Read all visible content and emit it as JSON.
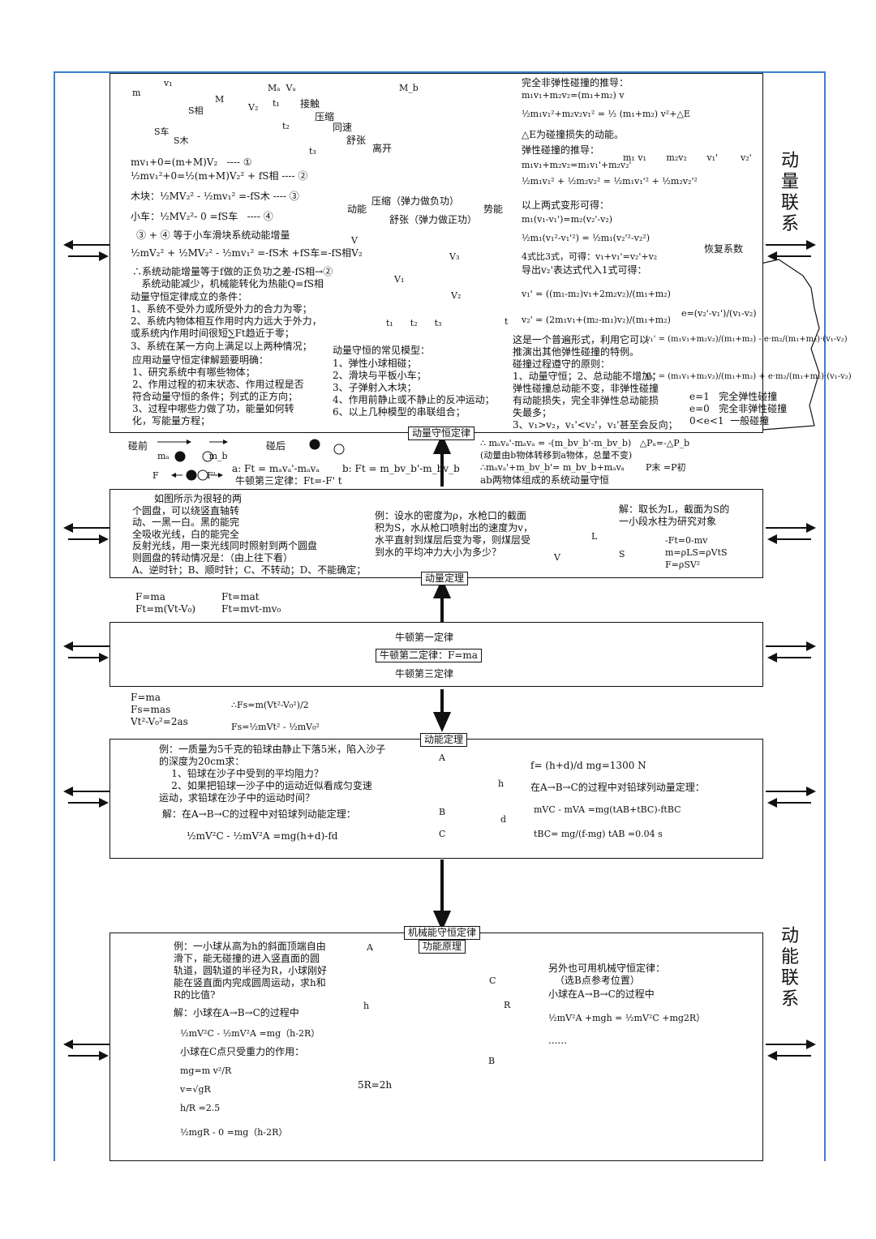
{
  "side_titles": {
    "momentum": "动量联系",
    "kinetic": "动能联系"
  },
  "tags": {
    "momentum_conservation": "动量守恒定律",
    "momentum_theorem": "动量定理",
    "newton_second": "牛顿第二定律：F=ma",
    "kinetic_theorem": "动能定理",
    "mech_energy": "机械能守恒定律",
    "work_energy": "功能原理"
  },
  "top": {
    "car_eq": [
      "mv₁+0=(m+M)V₂   ---- ①",
      "½mv₁²+0=½(m+M)V₂² + fS相 ---- ②",
      "木块：½MV₂² - ½mv₁² =-fS木 ---- ③",
      "小车：½MV₂²- 0 =fS车   ---- ④"
    ],
    "sum_note": "③ + ④ 等于小车滑块系统动能增量",
    "sum_eq": "½mV₂² + ½MV₂² - ½mv₁² =-fS木 +fS车=-fS相V₂",
    "loss_1": "∴系统动能增量等于f做的正负功之差-fS相→②",
    "loss_2": "   系统动能减少，机械能转化为热能Q=fS相",
    "cond_title": "动量守恒定律成立的条件：",
    "cond": [
      "1、系统不受外力或所受外力的合力为零；",
      "2、系统内物体相互作用时内力远大于外力，",
      "或系统内作用时间很短∑Ft趋近于零；",
      "3、系统在某一方向上满足以上两种情况；"
    ],
    "apply_title": "应用动量守恒定律解题要明确：",
    "apply": [
      "1、研究系统中有哪些物体；",
      "2、作用过程的初末状态、作用过程是否",
      "符合动量守恒的条件；列式的正方向；",
      "3、过程中哪些力做了功，能量如何转",
      "化，写能量方程；"
    ],
    "models_title": "动量守恒的常见模型：",
    "models": [
      "1、弹性小球相碰；",
      "2、滑块与平板小车；",
      "3、子弹射入木块；",
      "4、作用前静止或不静止的反冲运动；",
      "6、以上几种模型的串联组合；"
    ],
    "spring_steps": [
      "接触",
      "压缩",
      "同速",
      "舒张",
      "离开"
    ],
    "energy_left": "动能",
    "energy_right": "势能",
    "energy_top": "压缩（弹力做负功）",
    "energy_bottom": "舒张（弹力做正功）",
    "inelastic_title": "完全非弹性碰撞的推导：",
    "inelastic_eq1": "m₁v₁+m₂v₂=(m₁+m₂) v",
    "inelastic_eq2": "½m₁v₁²+m₂v₂v₁² = ½ (m₁+m₂) v²+△E",
    "inelastic_note": "△E为碰撞损失的动能。",
    "elastic_title": "弹性碰撞的推导：",
    "elastic_eq1": "m₁v₁+m₂v₂=m₁v₁'+m₂v₂'",
    "elastic_eq2": "½m₁v₁² + ½m₂v₂² = ½m₁v₁'² + ½m₂v₂'²",
    "elastic_deform": "以上两式变形可得：",
    "elastic_eq3": "m₁(v₁-v₁')=m₂(v₂'-v₂)",
    "elastic_eq4": "½m₁(v₁²-v₁'²) = ½m₁(v₂'²-v₂²)",
    "elastic_ratio": "4式比3式，可得：v₁+v₁'=v₂'+v₂",
    "elastic_sub": "导出v₂'表达式代入1式可得：",
    "v1p": "v₁' = ((m₁-m₂)v₁+2m₂v₂)/(m₁+m₂)",
    "v2p": "v₂' = (2m₁v₁+(m₂-m₁)v₂)/(m₁+m₂)",
    "restitution_label": "恢复系数",
    "e_def": "e=(v₂'-v₁')/(v₁-v₂)",
    "general_1": "这是一个普遍形式，利用它可以",
    "general_2": "推演出其他弹性碰撞的特例。",
    "principle_title": "碰撞过程遵守的原则：",
    "principles": [
      "1、动量守恒；2、总动能不增加；",
      "弹性碰撞总动能不变，非弹性碰撞",
      "有动能损失，完全非弹性总动能损",
      "失最多；",
      "3、v₁>v₂，v₁'<v₂'，v₁'甚至会反向；"
    ],
    "v1p_e_1": "v₁' = (m₁v₁+m₂v₂)/(m₁+m₂) - e·m₂/(m₁+m₂)·(v₁-v₂)",
    "v1p_e_2": "v₁' = (m₁v₁+m₂v₂)/(m₁+m₂) + e·m₂/(m₁+m₂)·(v₁-v₂)",
    "e_cases": [
      "e=1   完全弹性碰撞",
      "e=0   完全非弹性碰撞",
      "0<e<1  一般碰撞"
    ]
  },
  "collision": {
    "before": "碰前",
    "after": "碰后",
    "a_eq": "a: Ft = mₐvₐ'-mₐvₐ",
    "b_eq": "b: Ft = m_bv_b'-m_bv_b",
    "third_law": "牛顿第三定律：Ft=-F' t",
    "transfer_eq": "∴ mₐvₐ'-mₐvₐ = -(m_bv_b'-m_bv_b)   △Pₐ=-△P_b",
    "transfer_note": "(动量由b物体转移到a物体，总量不变)",
    "sum_eq": "∴mₐvₐ'+m_bv_b'= m_bv_b+mₐvₐ",
    "p_eq": "P末 =P初",
    "system_note": "ab两物体组成的系统动量守恒"
  },
  "theorem": {
    "disk": [
      "如图所示为很轻的两",
      "个圆盘，可以绕竖直轴转",
      "动、一黑一白。黑的能完",
      "全吸收光线，白的能完全",
      "反射光线，用一束光线同时照射到两个圆盘",
      "则圆盘的转动情况是：（由上往下看）",
      "A、逆时针；B、顺时针；C、不转动；D、不能确定；"
    ],
    "water_q": [
      "例：设水的密度为ρ，水枪口的截面",
      "积为S，水从枪口喷射出的速度为v，",
      "水平直射到煤层后变为零，则煤层受",
      "到水的平均冲力大小为多少？"
    ],
    "water_a": [
      "解：取长为L，截面为S的",
      "一小段水柱为研究对象"
    ],
    "water_eq": [
      "-Ft=0-mv",
      "m=ρLS=ρVtS",
      "F=ρSV²"
    ]
  },
  "newton_links": {
    "left": [
      "F=ma",
      "Ft=m(Vt-V₀)"
    ],
    "right": [
      "Ft=mat",
      "Ft=mvt-mv₀"
    ]
  },
  "newton": {
    "first": "牛顿第一定律",
    "third": "牛顿第三定律"
  },
  "kin_links": {
    "left": [
      "F=ma",
      "Fs=mas",
      "Vt²-V₀²=2as"
    ],
    "right": [
      "∴Fs=m(Vt²-V₀²)/2",
      "Fs=½mVt² - ½mV₀²"
    ]
  },
  "kinetic": {
    "q": [
      "例：一质量为5千克的铅球由静止下落5米，陷入沙子",
      "的深度为20cm求：",
      "    1、铅球在沙子中受到的平均阻力？",
      "    2、如果把铅球一沙子中的运动近似看成匀变速",
      "运动，求铅球在沙子中的运动时间？"
    ],
    "sol": "解：在A→B→C的过程中对铅球列动能定理：",
    "eq": "½mV²C - ½mV²A =mg(h+d)-fd",
    "f_eq": "f= (h+d)/d mg=1300 N",
    "mom_note": "在A→B→C的过程中对铅球列动量定理：",
    "mom_eq": "mVC - mVA =mg(tAB+tBC)-ftBC",
    "t_eq": "tBC= mg/(f-mg) tAB =0.04 s"
  },
  "mech": {
    "q": [
      "例：一小球从高为h的斜面顶端自由",
      "滑下，能无碰撞的进入竖直面的圆",
      "轨道，圆轨道的半径为R，小球刚好",
      "能在竖直面内完成圆周运动，求h和",
      "R的比值?"
    ],
    "sol": [
      "解：小球在A→B→C的过程中",
      "½mV²C - ½mV²A =mg（h-2R）",
      "小球在C点只受重力的作用：",
      "mg=m v²/R",
      "v=√gR",
      "h/R =2.5",
      "½mgR - 0 =mg（h-2R）"
    ],
    "result": "5R=2h",
    "alt": [
      "另外也可用机械守恒定律：",
      "（选B点参考位置）",
      "小球在A→B→C的过程中",
      "½mV²A +mgh = ½mV²C +mg2R）",
      "......"
    ]
  }
}
